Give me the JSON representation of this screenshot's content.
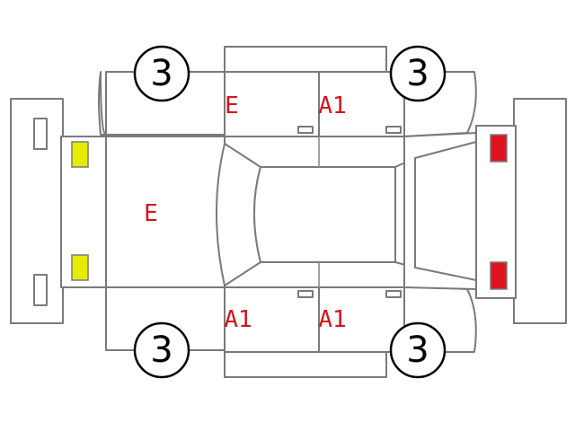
{
  "colors": {
    "outline": "#7a7a7a",
    "code_text": "#d4141e",
    "front_lamp": "#e8ea00",
    "rear_lamp": "#e0141e"
  },
  "tires": {
    "front_left": "3",
    "rear_left": "3",
    "front_right": "3",
    "rear_right": "3"
  },
  "damage_codes": {
    "hood": "E",
    "left_front_door": "E",
    "left_rear_door": "A1",
    "right_front_door": "A1",
    "right_rear_door": "A1"
  },
  "lamps": {
    "front_left": "yellow",
    "front_right": "yellow",
    "rear_left": "red",
    "rear_right": "red"
  }
}
